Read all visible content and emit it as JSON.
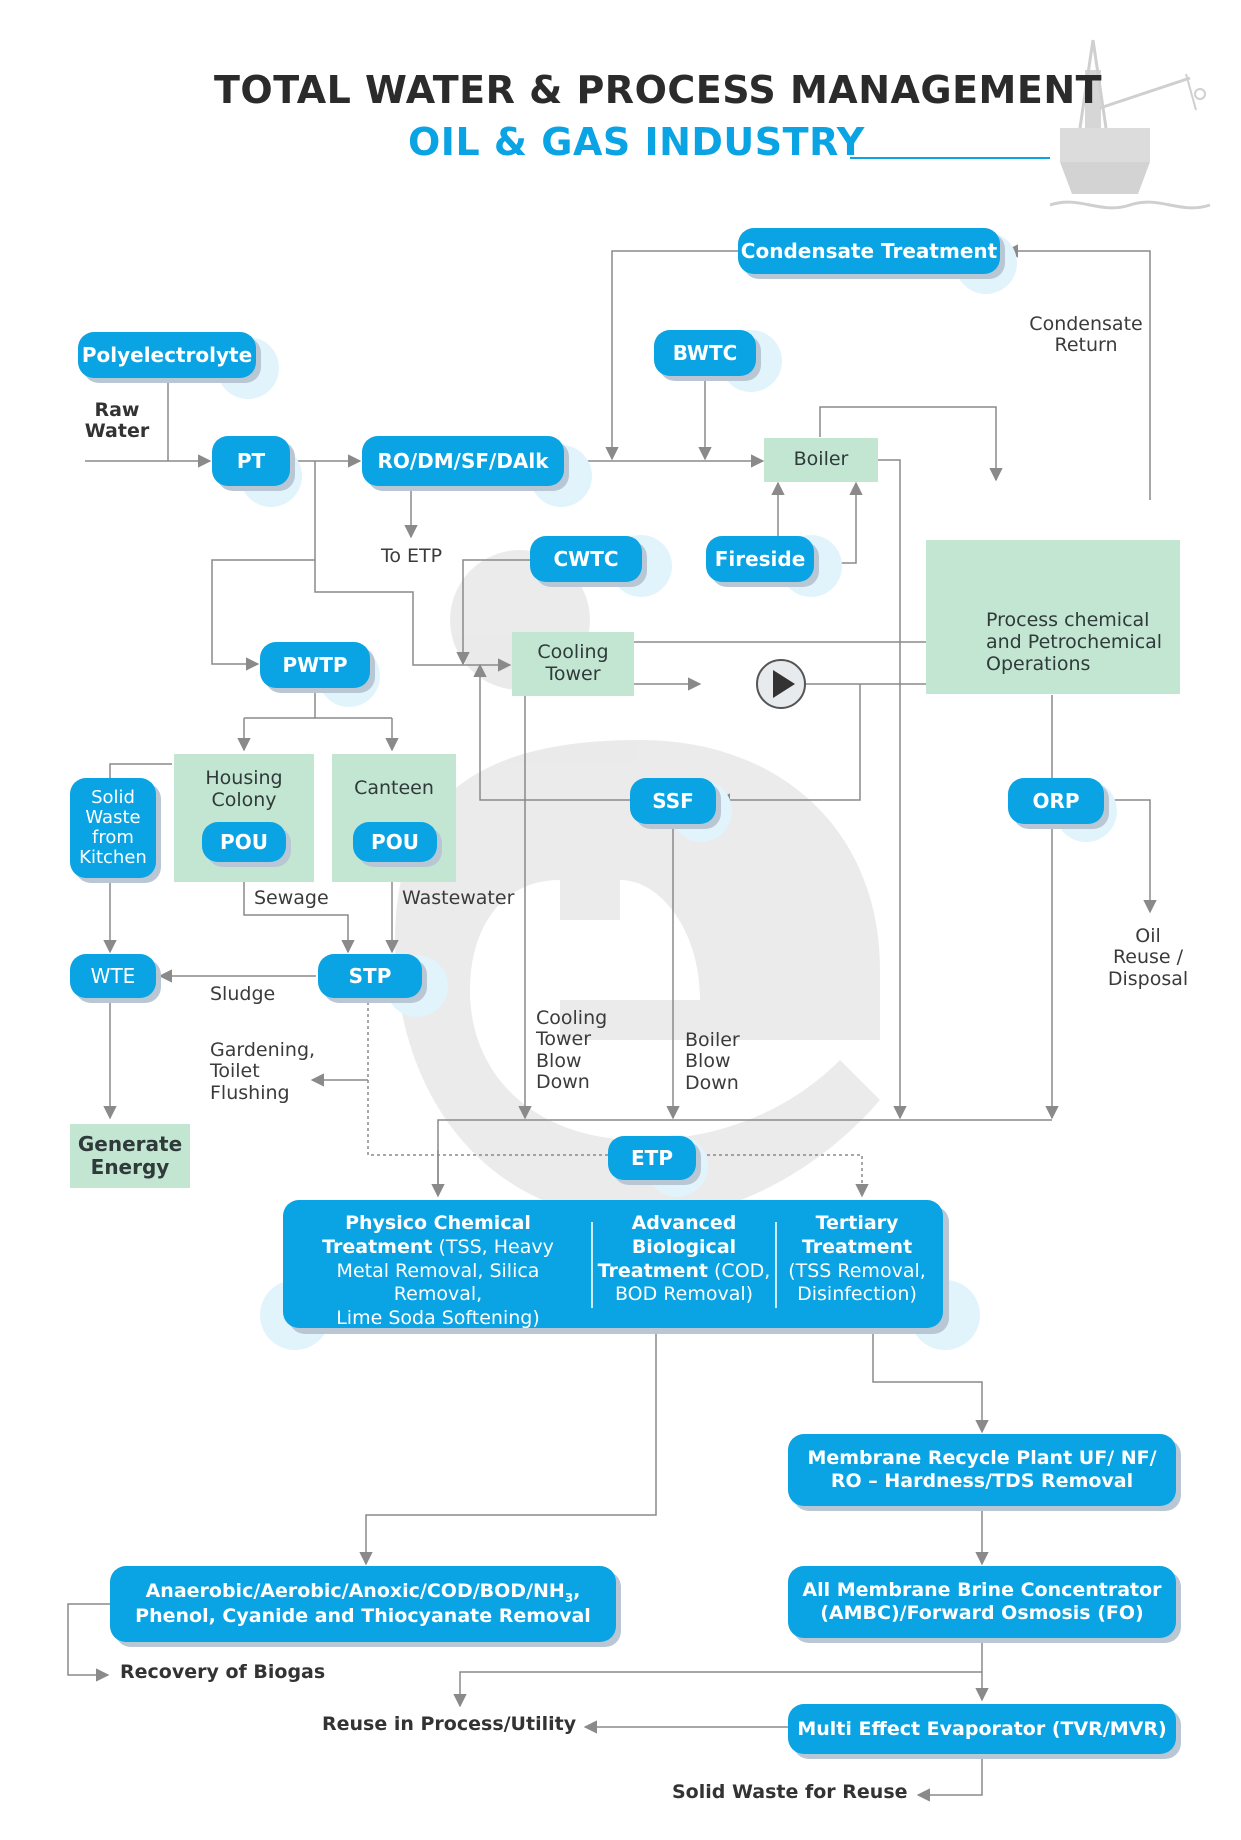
{
  "title": {
    "line1": "TOTAL WATER & PROCESS MANAGEMENT",
    "line2": "OIL & GAS INDUSTRY"
  },
  "nodes": {
    "condensate_treatment": "Condensate Treatment",
    "polyelectrolyte": "Polyelectrolyte",
    "bwtc": "BWTC",
    "pt": "PT",
    "ro_dm": "RO/DM/SF/DAlk",
    "boiler": "Boiler",
    "cwtc": "CWTC",
    "fireside": "Fireside",
    "cooling_tower": "Cooling\nTower",
    "process_ops": "Process chemical\nand Petrochemical\nOperations",
    "pwtp": "PWTP",
    "housing_colony": "Housing\nColony",
    "canteen": "Canteen",
    "pou_1": "POU",
    "pou_2": "POU",
    "solid_waste_kitchen": "Solid\nWaste\nfrom\nKitchen",
    "ssf": "SSF",
    "orp": "ORP",
    "wte": "WTE",
    "stp": "STP",
    "generate_energy": "Generate\nEnergy",
    "etp": "ETP",
    "membrane_recycle": "Membrane Recycle Plant UF/ NF/\nRO – Hardness/TDS Removal",
    "ambc": "All Membrane Brine Concentrator\n(AMBC)/Forward Osmosis (FO)",
    "anaerobic_prefix": "Anaerobic/Aerobic/Anoxic/COD/BOD/NH",
    "anaerobic_sub": "3",
    "anaerobic_suffix": ",",
    "anaerobic_line2": "Phenol, Cyanide and Thiocyanate Removal",
    "mee": "Multi Effect Evaporator (TVR/MVR)"
  },
  "etp_panel": {
    "col1_bold": "Physico Chemical\nTreatment",
    "col1_rest": " (TSS, Heavy\nMetal Removal, Silica Removal,\nLime Soda Softening)",
    "col2_bold": "Advanced\nBiological\nTreatment",
    "col2_rest": " (COD,\nBOD Removal)",
    "col3_bold": "Tertiary\nTreatment",
    "col3_rest": "\n(TSS Removal,\nDisinfection)"
  },
  "labels": {
    "raw_water": "Raw\nWater",
    "condensate_return": "Condensate\nReturn",
    "to_etp": "To ETP",
    "sewage": "Sewage",
    "wastewater": "Wastewater",
    "sludge": "Sludge",
    "gardening": "Gardening,\nToilet\nFlushing",
    "cooling_tower_blowdown": "Cooling\nTower\nBlow\nDown",
    "boiler_blowdown": "Boiler\nBlow\nDown",
    "oil_reuse": "Oil\nReuse /\nDisposal",
    "recovery_biogas": "Recovery of Biogas",
    "reuse_process": "Reuse in Process/Utility",
    "solid_waste_reuse": "Solid Waste for Reuse"
  },
  "colors": {
    "accent_blue": "#0aa3e3",
    "process_green": "#c3e6d2",
    "connector_gray": "#8a8a8a",
    "title_dark": "#2b2b2b"
  }
}
